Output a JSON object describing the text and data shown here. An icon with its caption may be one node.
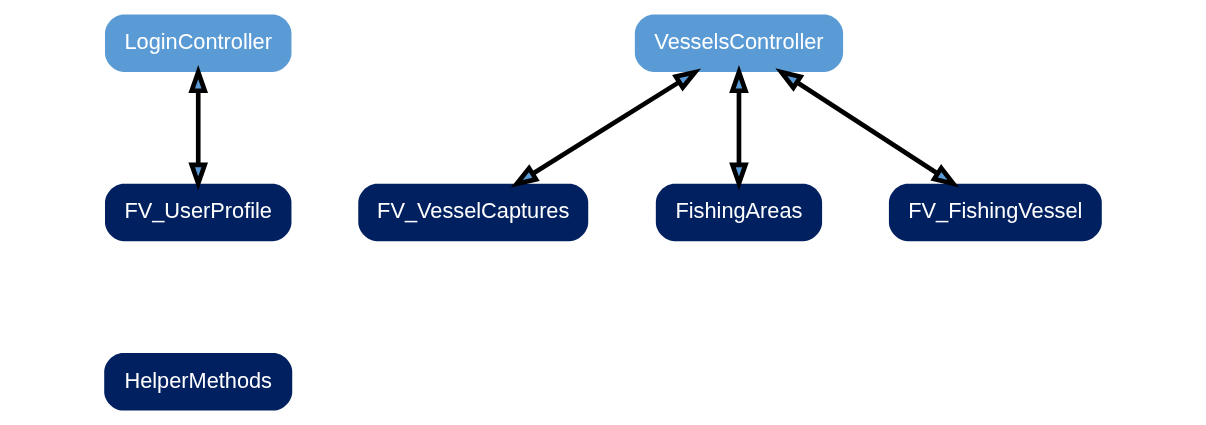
{
  "diagram": {
    "nodes": [
      {
        "text": [
          "LoginController"
        ]
      },
      {
        "text": [
          "FV_UserProfile"
        ]
      },
      {
        "text": [
          "VesselsController"
        ]
      },
      {
        "text": [
          "FV_VesselCaptures"
        ]
      },
      {
        "text": [
          "FishingAreas"
        ]
      },
      {
        "text": [
          "FV_FishingVessel"
        ]
      },
      {
        "text": [
          "HelperMethods"
        ]
      }
    ],
    "edges": [
      {
        "from": 0,
        "to": 1,
        "arrow": "both"
      },
      {
        "from": 2,
        "to": 3,
        "arrow": "both"
      },
      {
        "from": 2,
        "to": 4,
        "arrow": "both"
      },
      {
        "from": 2,
        "to": 5,
        "arrow": "both"
      }
    ]
  }
}
